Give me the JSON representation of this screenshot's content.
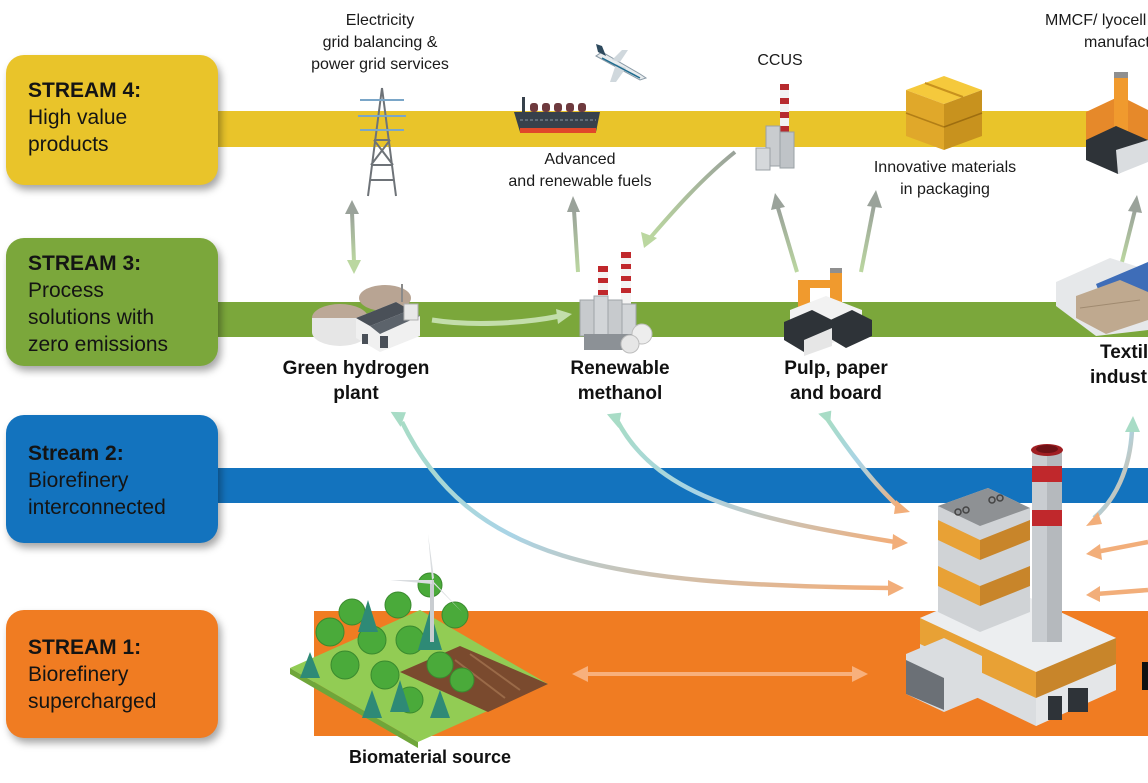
{
  "colors": {
    "stream4": "#E9C42A",
    "stream3": "#7BA73B",
    "stream2": "#1373BE",
    "stream1": "#F07C22",
    "arrow_green": "#A8C98A",
    "arrow_grey": "#9AA29A",
    "arrow_orange": "#F2AE7A",
    "arrow_teal": "#9ED4C0"
  },
  "streams": [
    {
      "id": "stream4",
      "title": "STREAM 4:",
      "desc_lines": [
        "High value",
        "products"
      ]
    },
    {
      "id": "stream3",
      "title": "STREAM 3:",
      "desc_lines": [
        "Process",
        "solutions with",
        "zero emissions"
      ]
    },
    {
      "id": "stream2",
      "title": "Stream 2:",
      "desc_lines": [
        "Biorefinery",
        "interconnected"
      ]
    },
    {
      "id": "stream1",
      "title": "STREAM 1:",
      "desc_lines": [
        "Biorefinery",
        "supercharged"
      ]
    }
  ],
  "stream4_labels": {
    "electricity": [
      "Electricity",
      "grid balancing &",
      "power grid services"
    ],
    "fuels": [
      "Advanced",
      "and renewable fuels"
    ],
    "ccus": [
      "CCUS"
    ],
    "packaging": [
      "Innovative materials",
      "in packaging"
    ],
    "mmcf": [
      "MMCF/ lyocell",
      "manufacturing"
    ]
  },
  "stream3_labels": {
    "hydrogen": [
      "Green hydrogen",
      "plant"
    ],
    "methanol": [
      "Renewable",
      "methanol"
    ],
    "pulp": [
      "Pulp, paper",
      "and board"
    ],
    "textile": [
      "Textile",
      "industry"
    ]
  },
  "stream1_labels": {
    "biomaterial": "Biomaterial source"
  },
  "icons": [
    "power-pylon-icon",
    "airplane-icon",
    "ship-icon",
    "ccus-plant-icon",
    "boxes-icon",
    "mmcf-factory-icon",
    "hydrogen-plant-icon",
    "methanol-plant-icon",
    "pulp-mill-icon",
    "textile-factory-icon",
    "forest-wind-turbine-icon",
    "biorefinery-icon"
  ]
}
